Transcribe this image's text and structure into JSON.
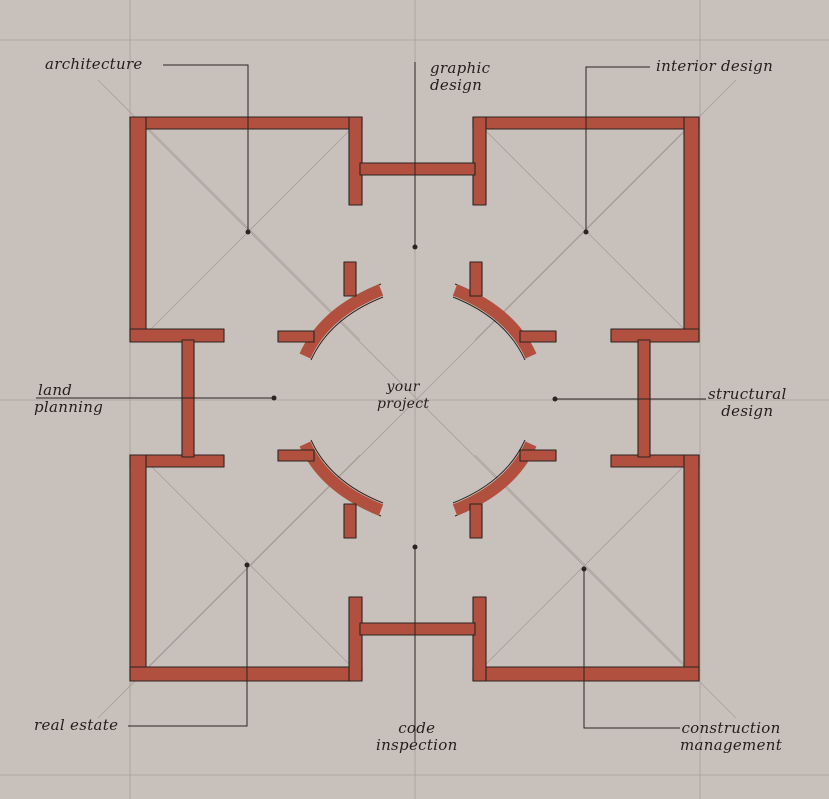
{
  "colors": {
    "paper": "#c8c0bb",
    "wall_fill": "#b2503f",
    "ink": "#2b2422",
    "guide": "#a89f9a"
  },
  "labels": {
    "architecture": "architecture",
    "graphic_design": [
      "graphic",
      "design"
    ],
    "interior_design": "interior design",
    "land_planning": [
      "land",
      "planning"
    ],
    "your_project": [
      "your",
      "project"
    ],
    "structural_design": [
      "structural",
      "design"
    ],
    "real_estate": "real estate",
    "code_inspection": [
      "code",
      "inspection"
    ],
    "construction_management": [
      "construction",
      "management"
    ]
  }
}
